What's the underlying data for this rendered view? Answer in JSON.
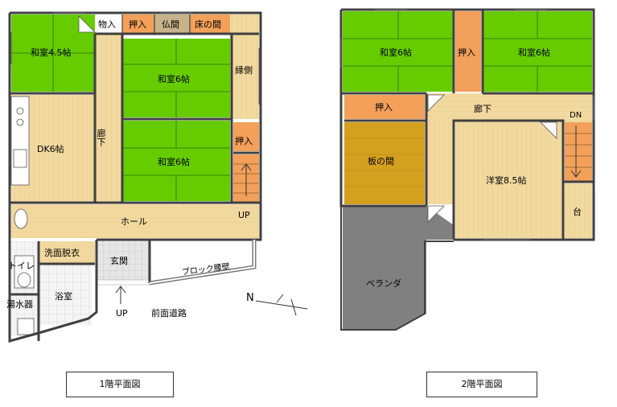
{
  "floor1": {
    "caption": "1階平面図",
    "rooms": {
      "washitsu45": "和室4.5帖",
      "monoire": "物入",
      "oshiire_top": "押入",
      "butsuma": "仏間",
      "tokonoma": "床の間",
      "washitsu6_top": "和室6帖",
      "engawa": "縁側",
      "dk6": "DK6帖",
      "rouka": "廊下",
      "washitsu6_bottom": "和室6帖",
      "oshiire_right": "押入",
      "hall": "ホール",
      "up_stair": "UP",
      "senmen": "洗面脱衣",
      "genkan": "玄関",
      "toilet": "トイレ",
      "yokushitsu": "浴室",
      "yusuiki": "湯水器"
    },
    "annotations": {
      "block_wall": "ブロック腰壁",
      "front_road": "前面道路",
      "up_entry": "UP",
      "north": "N"
    }
  },
  "floor2": {
    "caption": "2階平面図",
    "rooms": {
      "washitsu6_left": "和室6帖",
      "oshiire_mid": "押入",
      "washitsu6_right": "和室6帖",
      "oshiire": "押入",
      "rouka": "廊下",
      "dn_stair": "DN",
      "itanoma": "板の間",
      "youshitsu": "洋室8.5帖",
      "dai": "台",
      "veranda": "ベランダ"
    }
  },
  "colors": {
    "tatami": "#66cc00",
    "wood": "#f2d9a0",
    "oshiire": "#f2a05a",
    "veranda": "#808080",
    "wall": "#404040",
    "tile": "#f4f4f4"
  }
}
